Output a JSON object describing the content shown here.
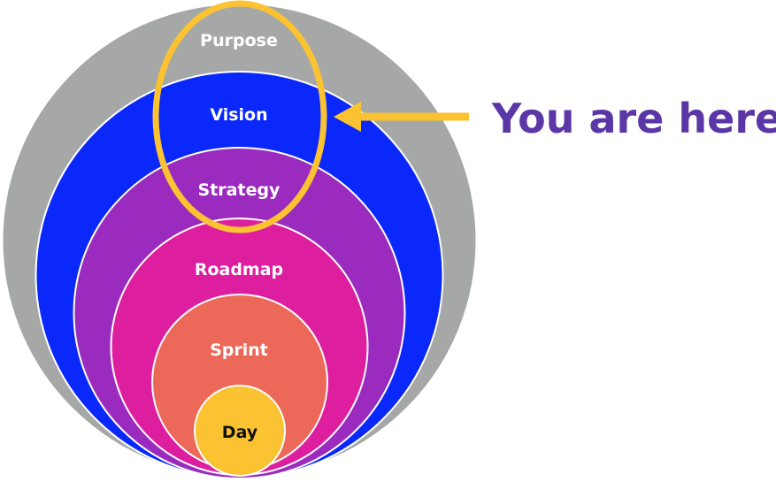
{
  "diagram": {
    "levels": [
      {
        "label": "Purpose",
        "fill": "#a6a8a7",
        "text_color": "#ffffff"
      },
      {
        "label": "Vision",
        "fill": "#0a28fa",
        "text_color": "#ffffff"
      },
      {
        "label": "Strategy",
        "fill": "#9b2bbf",
        "text_color": "#ffffff"
      },
      {
        "label": "Roadmap",
        "fill": "#dc1e9f",
        "text_color": "#ffffff"
      },
      {
        "label": "Sprint",
        "fill": "#ec6858",
        "text_color": "#ffffff"
      },
      {
        "label": "Day",
        "fill": "#fbc232",
        "text_color": "#111111"
      }
    ],
    "highlight_color": "#fbc232",
    "callout": {
      "text": "You are here",
      "color": "#5a36a6",
      "arrow_color": "#fbc232"
    }
  }
}
